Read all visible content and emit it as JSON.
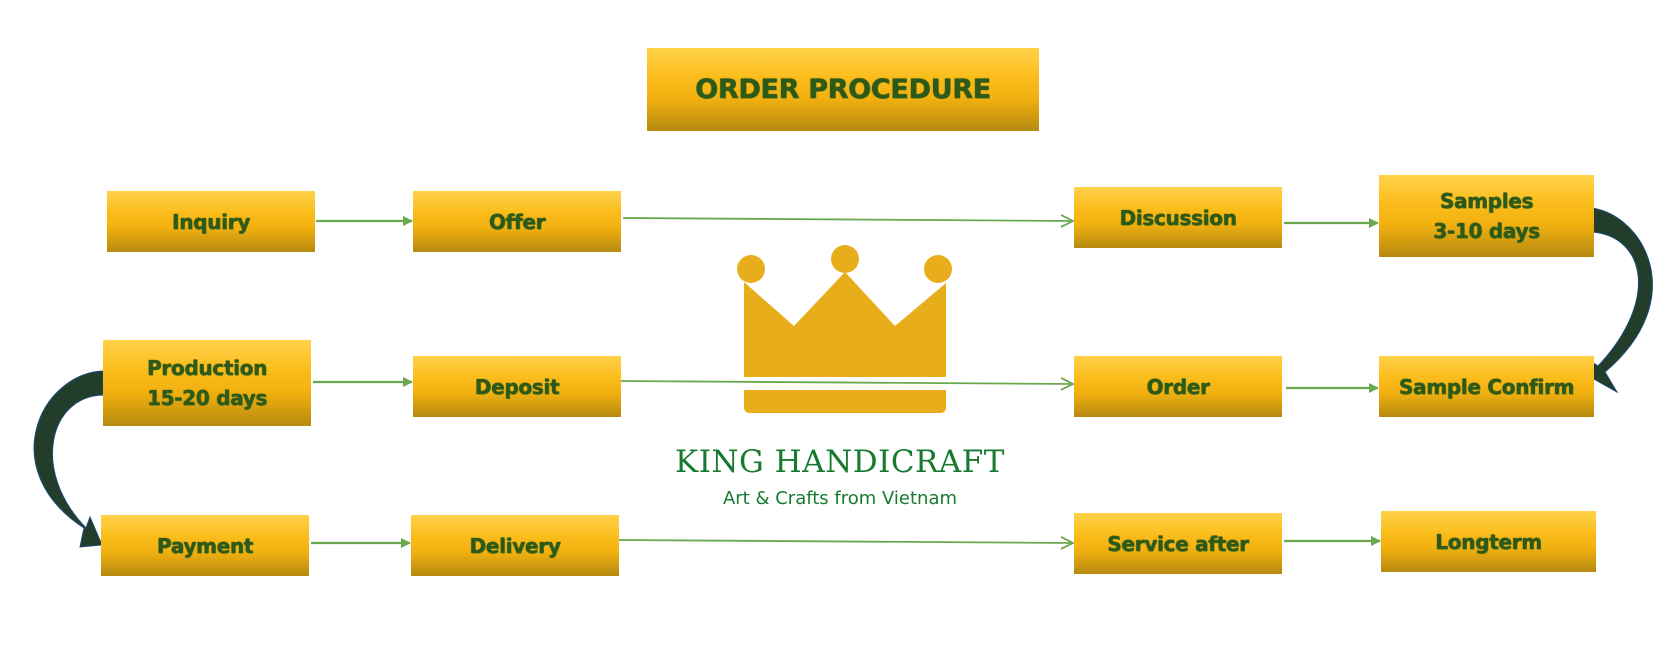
{
  "title": "ORDER PROCEDURE",
  "steps": {
    "inquiry": "Inquiry",
    "offer": "Offer",
    "discussion": "Discussion",
    "samples": "Samples\n3-10 days",
    "production": "Production\n15-20 days",
    "deposit": "Deposit",
    "order": "Order",
    "sample_confirm": "Sample Confirm",
    "payment": "Payment",
    "delivery": "Delivery",
    "service_after": "Service after",
    "longterm": "Longterm"
  },
  "brand": {
    "name": "KING HANDICRAFT",
    "tagline": "Art & Crafts from Vietnam",
    "logo_icon": "crown-icon"
  },
  "colors": {
    "box_fill": "#f9b91a",
    "box_text": "#2d5a18",
    "connector": "#6aa84f",
    "curved_arrow": "#223e2a",
    "logo": "#e8ad1a",
    "brand_text": "#177a30"
  }
}
